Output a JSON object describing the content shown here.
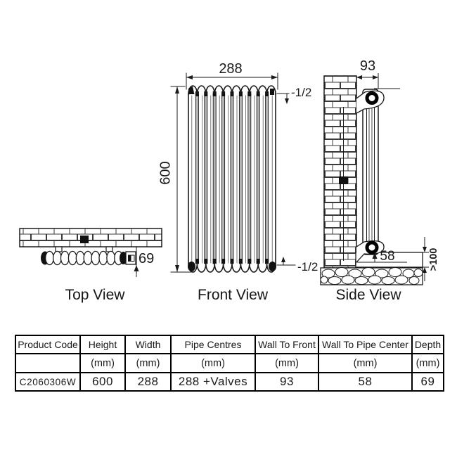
{
  "colors": {
    "line": "#1a1a1a",
    "column_shade": "#b5b5b5",
    "background": "#ffffff"
  },
  "views": {
    "top": {
      "caption": "Top View",
      "depth": "69"
    },
    "front": {
      "caption": "Front View",
      "width": "288",
      "height": "600",
      "tapping_top": "-1/2",
      "tapping_bottom": "-1/2"
    },
    "side": {
      "caption": "Side View",
      "wall_to_front": "93",
      "wall_to_pipe_center": "58",
      "floor_clearance": ">100"
    }
  },
  "table": {
    "headers": [
      "Product Code",
      "Height",
      "Width",
      "Pipe Centres",
      "Wall To Front",
      "Wall To Pipe Center",
      "Depth"
    ],
    "units": [
      "",
      "(mm)",
      "(mm)",
      "(mm)",
      "(mm)",
      "(mm)",
      "(mm)"
    ],
    "row": [
      "C2060306W",
      "600",
      "288",
      "288 +Valves",
      "93",
      "58",
      "69"
    ]
  }
}
